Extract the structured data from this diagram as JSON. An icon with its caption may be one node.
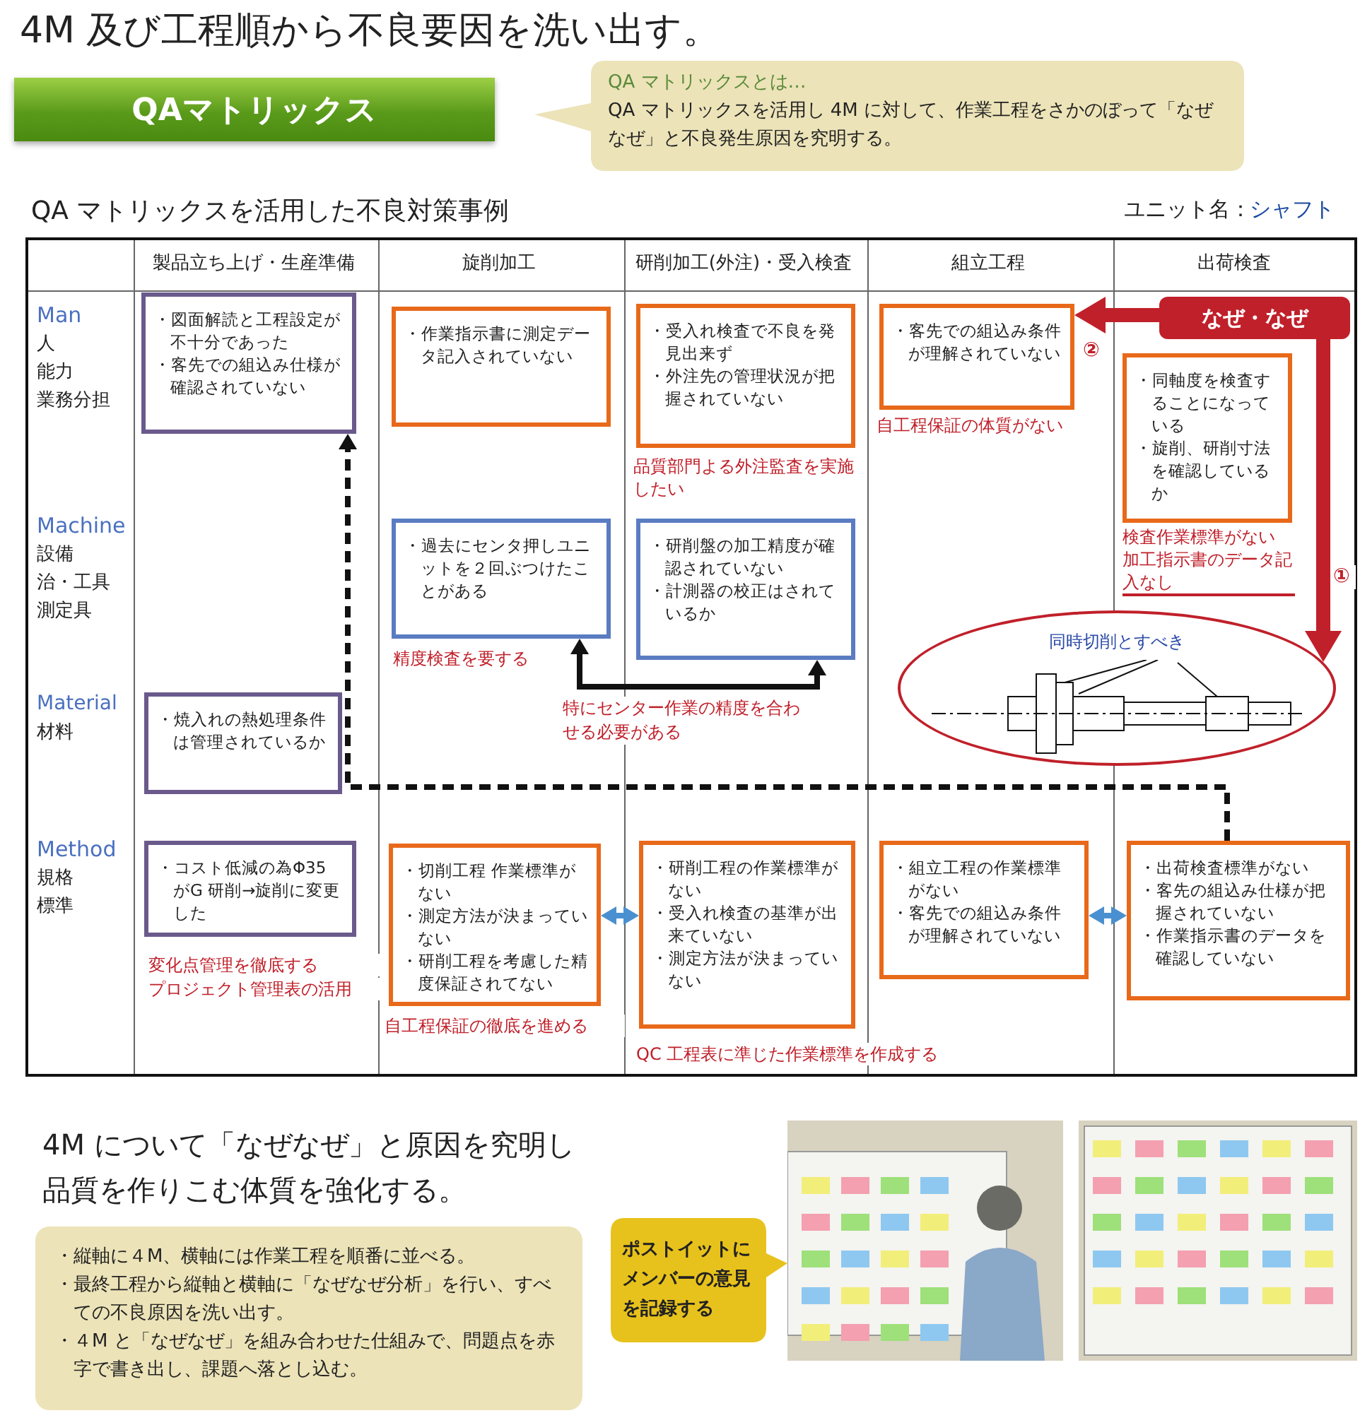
{
  "diagram": {
    "title": "4M 及び工程順から不良要因を洗い出す。",
    "nodes": [
      {
        "text": [
          "QAマトリックス"
        ]
      },
      {
        "text": [
          "QA マトリックスとは…",
          "QA マトリックスを活用し 4M に対して、作業工程をさかのぼって「なぜなぜ」と不良発生原因を究明する。"
        ]
      },
      {
        "text": [
          "QA マトリックスを活用した不良対策事例"
        ],
        "beside": [
          "ユニット名：",
          "シャフト"
        ]
      },
      {
        "text": [
          "・図面解読と工程設定が不十分であった",
          "・客先での組込み仕様が確認されていない"
        ],
        "in": 2
      },
      {
        "text": [
          "・作業指示書に測定データ記入されていない"
        ],
        "in": 2
      },
      {
        "text": [
          "・受入れ検査で不良を発見出来ず",
          "・外注先の管理状況が把握されていない"
        ],
        "in": 2,
        "beside": [
          "品質部門よる外注監査を実施したい"
        ]
      },
      {
        "text": [
          "・客先での組込み条件が理解されていない"
        ],
        "in": 2,
        "beside": [
          "自工程保証の体質がない"
        ]
      },
      {
        "text": [
          "・同軸度を検査することになっている",
          "・旋削、研削寸法を確認しているか"
        ],
        "in": 2,
        "beside": [
          "検査作業標準がない",
          "加工指示書のデータ記入なし"
        ]
      },
      {
        "text": [
          "なぜ・なぜ"
        ],
        "in": 2
      },
      {
        "text": [
          "・過去にセンタ押しユニットを２回ぶつけたことがある"
        ],
        "in": 2,
        "beside": [
          "精度検査を要する"
        ]
      },
      {
        "text": [
          "・研削盤の加工精度が確認されていない",
          "・計測器の校正はされているか"
        ],
        "in": 2
      },
      {
        "text": [
          "同時切削とすべき"
        ],
        "in": 2
      },
      {
        "text": [
          "・焼入れの熱処理条件は管理されているか"
        ],
        "in": 2
      },
      {
        "text": [
          "・コスト低減の為Φ35 がG 研削→旋削に変更した"
        ],
        "in": 2,
        "beside": [
          "変化点管理を徹底する",
          "プロジェクト管理表の活用"
        ]
      },
      {
        "text": [
          "・切削工程 作業標準がない",
          "・測定方法が決まっていない",
          "・研削工程を考慮した精度保証されてない"
        ],
        "in": 2,
        "beside": [
          "自工程保証の徹底を進める"
        ]
      },
      {
        "text": [
          "・研削工程の作業標準がない",
          "・受入れ検査の基準が出来ていない",
          "・測定方法が決まっていない"
        ],
        "in": 2,
        "beside": [
          "QC 工程表に準じた作業標準を作成する"
        ]
      },
      {
        "text": [
          "・組立工程の作業標準がない",
          "・客先での組込み条件が理解されていない"
        ],
        "in": 2
      },
      {
        "text": [
          "・出荷検査標準がない",
          "・客先の組込み仕様が把握されていない",
          "・作業指示書のデータを確認していない"
        ],
        "in": 2
      },
      {
        "text": [
          "・縦軸に４M、横軸には作業工程を順番に並べる。",
          "・最終工程から縦軸と横軸に「なぜなぜ分析」を行い、すべての不良原因を洗い出す。",
          "・４M と「なぜなぜ」を組み合わせた仕組みで、問題点を赤字で書き出し、課題へ落とし込む。"
        ]
      },
      {
        "text": [],
        "shape": "picture"
      },
      {
        "text": [],
        "shape": "picture"
      },
      {
        "text": [
          "ポストイットにメンバーの意見を記録する"
        ]
      }
    ],
    "edges": [
      {
        "from": 8,
        "to": 6,
        "arrow": "to",
        "label": "②",
        "style": "thick",
        "color": "#c0202a"
      },
      {
        "from": 8,
        "to": 11,
        "arrow": "to",
        "label": "①",
        "style": "thick",
        "color": "#c0202a"
      },
      {
        "from": 17,
        "to": 3,
        "arrow": "to",
        "style": "dashed",
        "color": "#111111"
      },
      {
        "from": 9,
        "to": 10,
        "arrow": "both",
        "label": "特にセンター作業の精度を合わせる必要がある",
        "color": "#111111"
      },
      {
        "from": 14,
        "to": 15,
        "arrow": "both",
        "color": "#4a90d0"
      },
      {
        "from": 16,
        "to": 17,
        "arrow": "both",
        "color": "#4a90d0"
      }
    ],
    "labels": [
      "製品立ち上げ・生産準備",
      "旋削加工",
      "研削加工(外注)・受入検査",
      "組立工程",
      "出荷検査",
      "Man",
      "人",
      "能力",
      "業務分担",
      "Machine",
      "設備",
      "治・工具",
      "測定具",
      "Material",
      "材料",
      "Method",
      "規格",
      "標準",
      "4M について「なぜなぜ」と原因を究明し品質を作りこむ体質を強化する。"
    ]
  }
}
